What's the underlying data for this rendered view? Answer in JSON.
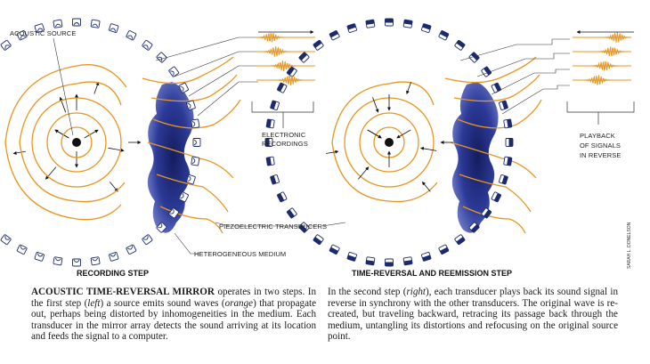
{
  "labels": {
    "acoustic_source": "ACOUSTIC SOURCE",
    "electronic_recordings": [
      "ELECTRONIC",
      "RECORDINGS"
    ],
    "playback": [
      "PLAYBACK",
      "OF SIGNALS",
      "IN REVERSE"
    ],
    "piezo": "PIEZOELECTRIC TRANSDUCERS",
    "medium": "HETEROGENEOUS MEDIUM",
    "recording_step": "RECORDING STEP",
    "reversal_step": "TIME-REVERSAL AND REEMISSION STEP",
    "credit": "SARAH L. DONELSON"
  },
  "caption_left": {
    "title": "ACOUSTIC TIME-REVERSAL MIRROR",
    "t1": " operates in two steps. In the first step (",
    "left": "left",
    "t2": ") a source emits sound waves (",
    "orange": "orange",
    "t3": ") that propagate out, perhaps being distorted by inhomogeneities in the medium. Each transducer in the mirror array detects the sound arriving at its location and feeds the signal to a computer."
  },
  "caption_right": {
    "t1": "In the second step (",
    "right": "right",
    "t2": "), each transducer plays back its sound signal in reverse in synchrony with the other transducers. The original wave is re-created, but traveling backward, retracing its passage back through the medium, untangling its distortions and refocusing on the original source point."
  },
  "colors": {
    "wave": "#e8961e",
    "navy": "#1c2a6e",
    "medium": "#3340a0",
    "text": "#222222"
  }
}
